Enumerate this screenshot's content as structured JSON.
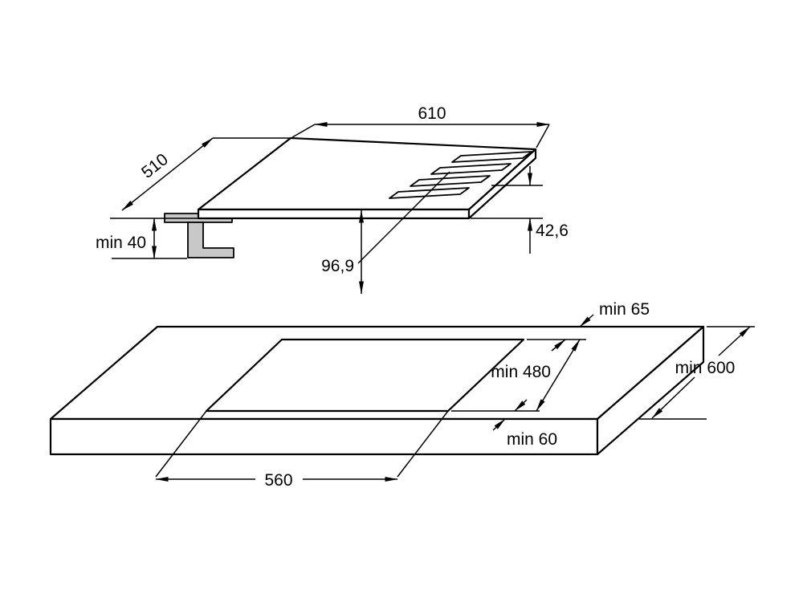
{
  "diagram": {
    "kind": "hob-installation-dimension-drawing",
    "colors": {
      "line": "#000000",
      "profile_fill": "#c8c8c8",
      "background": "#ffffff"
    },
    "hob": {
      "width": "610",
      "depth": "510",
      "min_clearance_below": "min 40",
      "height": "42,6",
      "burner_center_distance": "96,9"
    },
    "worktop": {
      "cutout_width": "560",
      "cutout_depth_min": "min 480",
      "rear_clearance_min": "min 65",
      "front_clearance_min": "min 60",
      "depth_min": "min 600"
    }
  }
}
